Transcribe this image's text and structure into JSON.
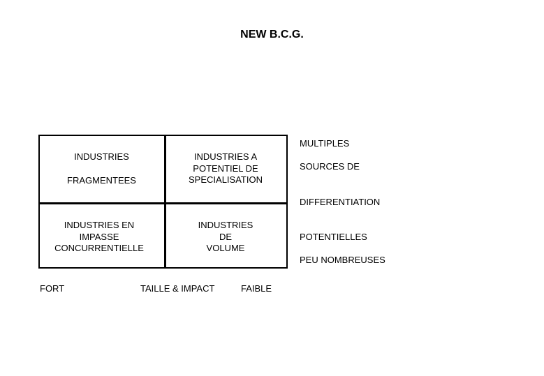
{
  "diagram": {
    "title": "NEW B.C.G.",
    "quadrants": {
      "top_left": {
        "line1": "INDUSTRIES",
        "line2": "FRAGMENTEES"
      },
      "top_right": "INDUSTRIES A\nPOTENTIEL DE\nSPECIALISATION",
      "bottom_left": "INDUSTRIES EN\nIMPASSE\nCONCURRENTIELLE",
      "bottom_right": "INDUSTRIES\nDE\nVOLUME"
    },
    "vertical_axis": {
      "multiples": "MULTIPLES",
      "sources_de": "SOURCES DE",
      "differentiation": "DIFFERENTIATION",
      "potentielles": "POTENTIELLES",
      "peu_nombreuses": "PEU NOMBREUSES"
    },
    "horizontal_axis": {
      "left": "FORT",
      "center": "TAILLE & IMPACT",
      "right": "FAIBLE"
    }
  }
}
